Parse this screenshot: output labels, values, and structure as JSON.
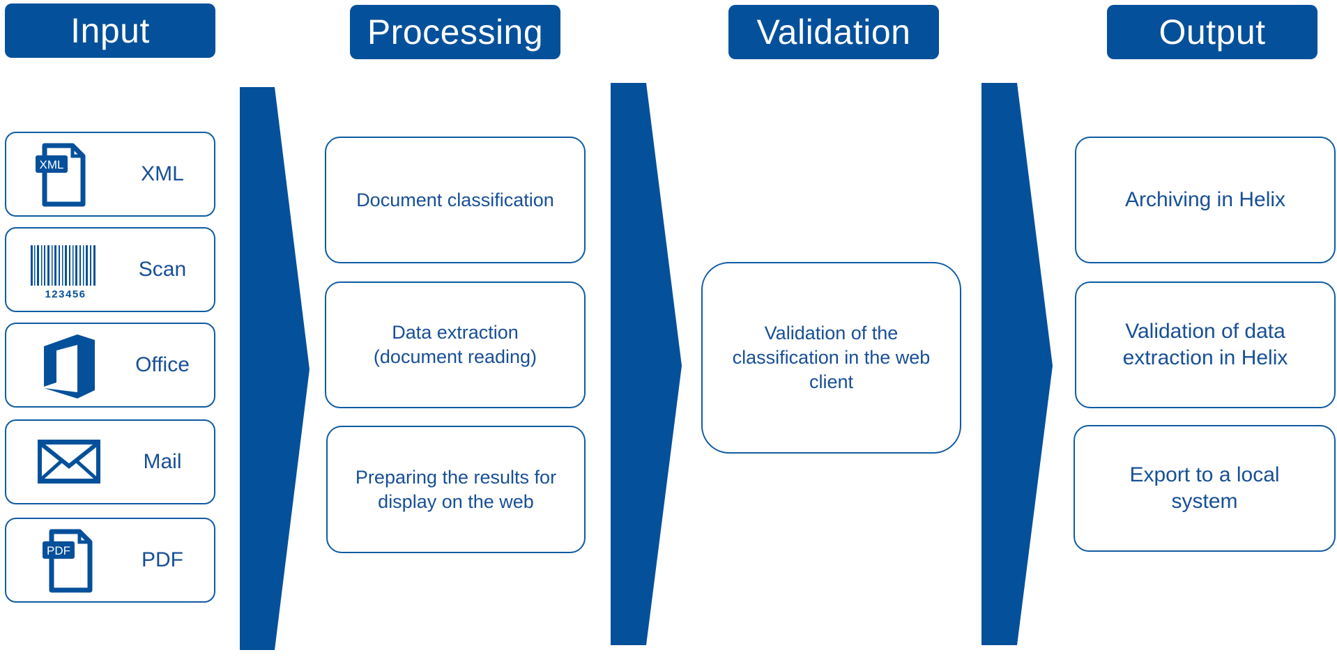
{
  "colors": {
    "primary": "#05509a",
    "border": "#0f5ba3",
    "text": "#174f96"
  },
  "stages": {
    "input": "Input",
    "processing": "Processing",
    "validation": "Validation",
    "output": "Output"
  },
  "input_items": [
    {
      "label": "XML",
      "icon": "xml-file-icon",
      "icon_text": "XML"
    },
    {
      "label": "Scan",
      "icon": "barcode-icon",
      "icon_text": "123456"
    },
    {
      "label": "Office",
      "icon": "office-icon"
    },
    {
      "label": "Mail",
      "icon": "mail-icon"
    },
    {
      "label": "PDF",
      "icon": "pdf-file-icon",
      "icon_text": "PDF"
    }
  ],
  "processing_items": [
    "Document classification",
    "Data extraction (document reading)",
    "Preparing the results for display on the web"
  ],
  "validation_items": [
    "Validation of the classification in the web client"
  ],
  "output_items": [
    "Archiving in Helix",
    "Validation of data extraction in Helix",
    "Export to a local system"
  ]
}
